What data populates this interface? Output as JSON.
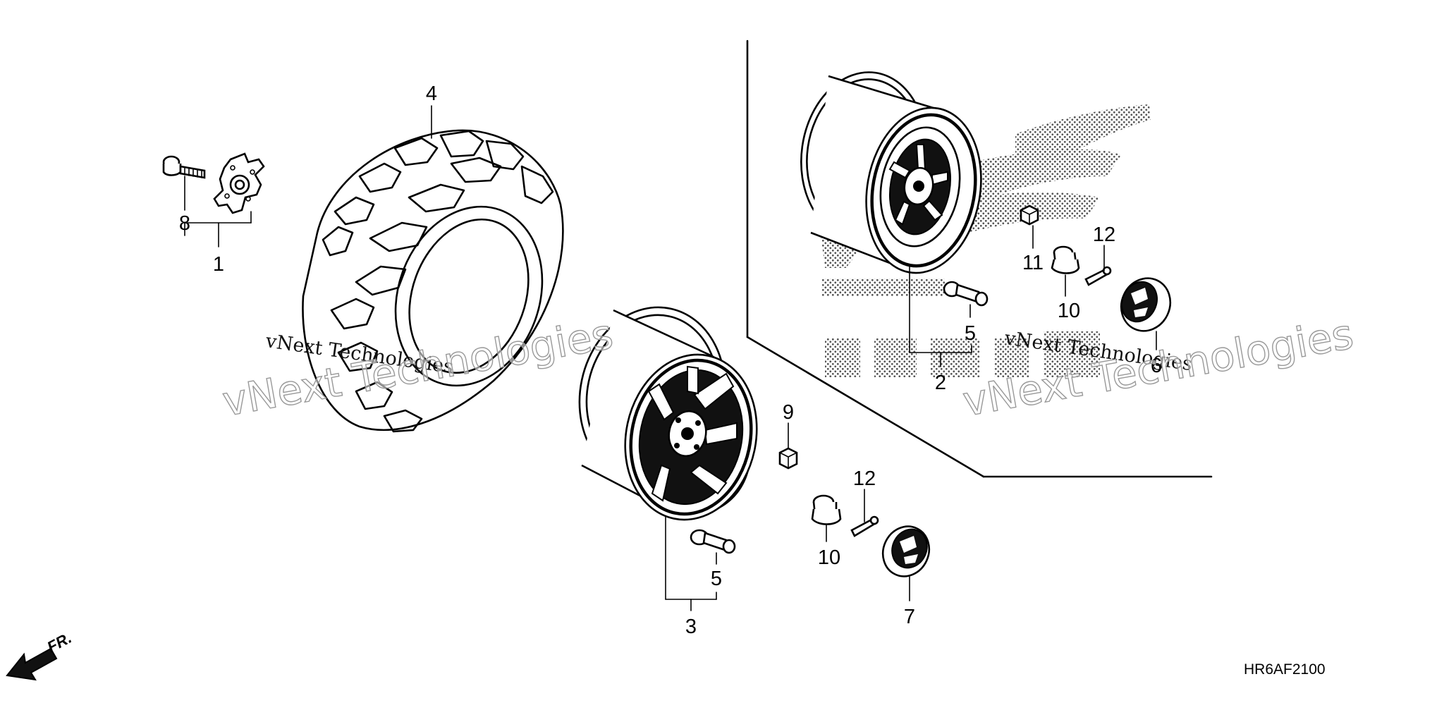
{
  "diagram": {
    "code": "HR6AF2100",
    "direction_label": "FR.",
    "watermark": {
      "small": "vNext Technologies",
      "big": "vNext Technologies"
    },
    "callouts": {
      "c1": "1",
      "c2": "2",
      "c3": "3",
      "c4": "4",
      "c5a": "5",
      "c5b": "5",
      "c6": "6",
      "c7": "7",
      "c8": "8",
      "c9": "9",
      "c10a": "10",
      "c10b": "10",
      "c11": "11",
      "c12a": "12",
      "c12b": "12"
    },
    "colors": {
      "line": "#000000",
      "background": "#ffffff",
      "dot_pattern": "#555555"
    }
  }
}
